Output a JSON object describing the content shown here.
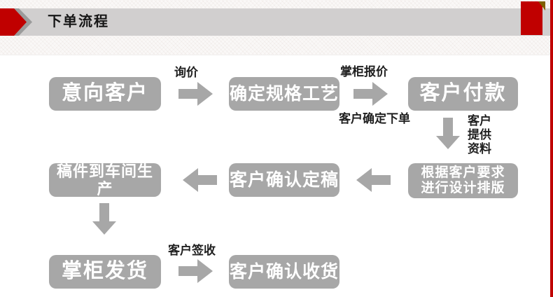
{
  "header": {
    "title": "下单流程"
  },
  "colors": {
    "accent_red": "#c00000",
    "titlebar_gray": "#d1cfcf",
    "box_gray": "#a7a7a7",
    "box_text": "#ffffff",
    "label_text": "#1f1f1f",
    "fold_olive": "#7f6000"
  },
  "flow": {
    "row1": {
      "box1": "意向客户",
      "arrow1_label_top": "询价",
      "box2": "确定规格工艺",
      "arrow2_label_top": "掌柜报价",
      "arrow2_label_bottom": "客户确定下单",
      "box3": "客户付款"
    },
    "down1": {
      "label_line1": "客户",
      "label_line2": "提供",
      "label_line3": "资料"
    },
    "row2": {
      "box4_line1": "根据客户要求",
      "box4_line2": "进行设计排版",
      "box5": "客户确认定稿",
      "box6": "稿件到车间生产"
    },
    "row3": {
      "box7": "掌柜发货",
      "arrow_label_top": "客户签收",
      "box8": "客户确认收货"
    }
  }
}
